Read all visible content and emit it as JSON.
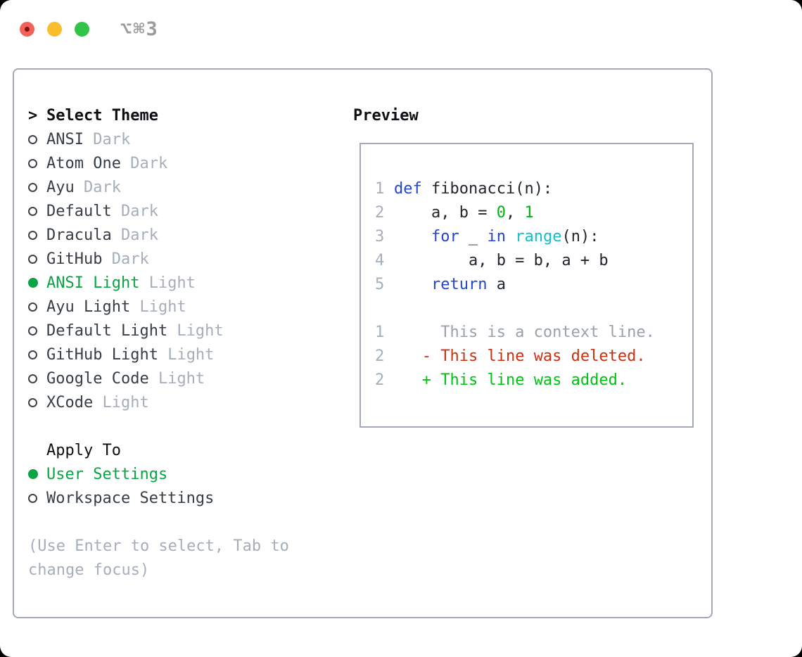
{
  "window": {
    "shortcut_label": "⌥⌘3"
  },
  "colors": {
    "accent_green": "#0ba344",
    "added_green": "#00c213",
    "deleted_red": "#cb3011",
    "keyword_blue": "#2045d2",
    "builtin_cyan": "#13becb",
    "number_green": "#00b117",
    "muted_gray": "#a6aeb9",
    "text_dark": "#363d45",
    "border_gray": "#a3aab5",
    "close_red": "#f4605a",
    "minimize_yellow": "#f9bd2d",
    "zoom_green": "#30c546"
  },
  "picker": {
    "pointer": ">",
    "title": "Select Theme",
    "themes": [
      {
        "name": "ANSI",
        "variant": "Dark",
        "selected": false
      },
      {
        "name": "Atom One",
        "variant": "Dark",
        "selected": false
      },
      {
        "name": "Ayu",
        "variant": "Dark",
        "selected": false
      },
      {
        "name": "Default",
        "variant": "Dark",
        "selected": false
      },
      {
        "name": "Dracula",
        "variant": "Dark",
        "selected": false
      },
      {
        "name": "GitHub",
        "variant": "Dark",
        "selected": false
      },
      {
        "name": "ANSI Light",
        "variant": "Light",
        "selected": true
      },
      {
        "name": "Ayu Light",
        "variant": "Light",
        "selected": false
      },
      {
        "name": "Default Light",
        "variant": "Light",
        "selected": false
      },
      {
        "name": "GitHub Light",
        "variant": "Light",
        "selected": false
      },
      {
        "name": "Google Code",
        "variant": "Light",
        "selected": false
      },
      {
        "name": "XCode",
        "variant": "Light",
        "selected": false
      }
    ],
    "apply": {
      "title": "Apply To",
      "options": [
        {
          "label": "User Settings",
          "selected": true
        },
        {
          "label": "Workspace Settings",
          "selected": false
        }
      ]
    },
    "hint": [
      "(Use Enter to select, Tab to",
      "change focus)"
    ]
  },
  "preview": {
    "title": "Preview",
    "lines": [
      {
        "num": "1",
        "tokens": [
          [
            "kw",
            "def"
          ],
          [
            "p",
            " fibonacci(n):"
          ]
        ]
      },
      {
        "num": "2",
        "tokens": [
          [
            "p",
            "    a, b = "
          ],
          [
            "num",
            "0"
          ],
          [
            "p",
            ", "
          ],
          [
            "num",
            "1"
          ]
        ]
      },
      {
        "num": "3",
        "tokens": [
          [
            "p",
            "    "
          ],
          [
            "kw",
            "for"
          ],
          [
            "p",
            " _ "
          ],
          [
            "kw",
            "in"
          ],
          [
            "p",
            " "
          ],
          [
            "cy",
            "range"
          ],
          [
            "p",
            "(n):"
          ]
        ]
      },
      {
        "num": "4",
        "tokens": [
          [
            "p",
            "        a, b = b, a + b"
          ]
        ]
      },
      {
        "num": "5",
        "tokens": [
          [
            "p",
            "    "
          ],
          [
            "kw",
            "return"
          ],
          [
            "p",
            " a"
          ]
        ]
      },
      {
        "num": "",
        "tokens": []
      },
      {
        "num": "1",
        "tokens": [
          [
            "ctx",
            "     This is a context line."
          ]
        ]
      },
      {
        "num": "2",
        "tokens": [
          [
            "p",
            "   "
          ],
          [
            "del",
            "- This line was deleted."
          ]
        ]
      },
      {
        "num": "2",
        "tokens": [
          [
            "p",
            "   "
          ],
          [
            "add",
            "+ This line was added."
          ]
        ]
      }
    ]
  }
}
